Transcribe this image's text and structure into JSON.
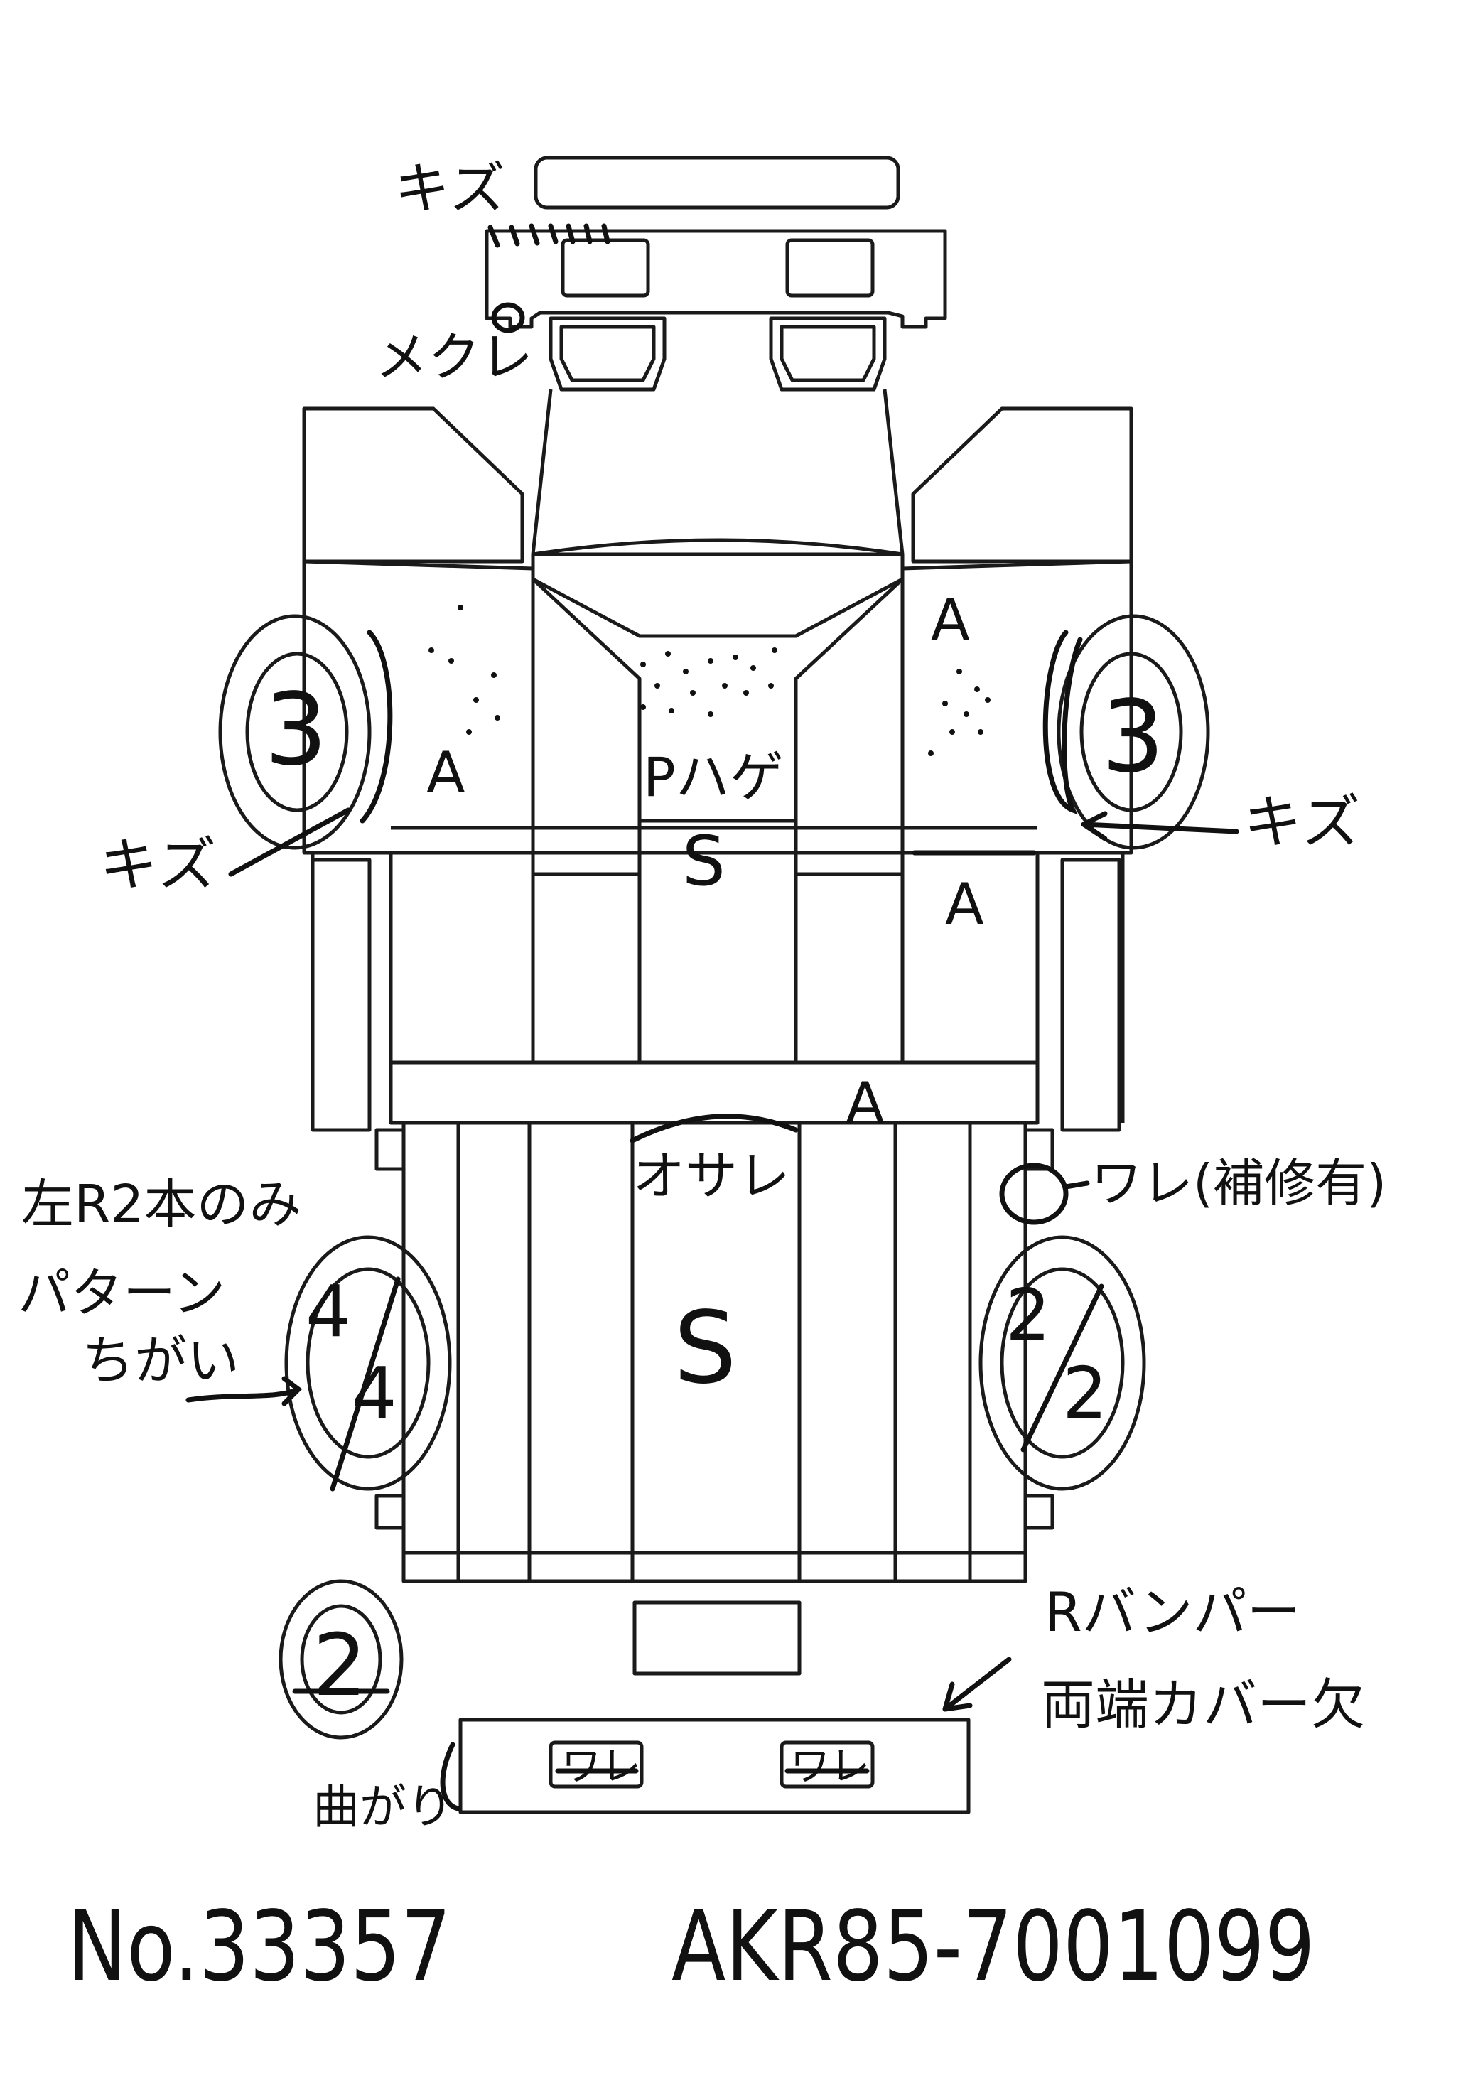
{
  "annotations": {
    "scratch_grille": "キズ",
    "peel_top": "メクレ",
    "scratch_left_front": "キズ",
    "scratch_right_front": "キズ",
    "grade_a_left_door": "A",
    "grade_a_right_door": "A",
    "grade_a_right_panel": "A",
    "grade_a_right_sill": "A",
    "paint_peel": "Pハゲ",
    "grade_s_cab": "S",
    "grade_s_bed": "S",
    "dent": "オサレ",
    "crack_repaired": "ワレ(補修有)",
    "left_rear_note_1": "左R2本のみ",
    "left_rear_note_2": "パターン",
    "left_rear_note_3": "ちがい",
    "rear_bumper_note_1": "Rバンパー",
    "rear_bumper_note_2": "両端カバー欠",
    "bent": "曲がり",
    "crack_left_lamp": "ワレ",
    "crack_right_lamp": "ワレ"
  },
  "tires": {
    "front_left": "3",
    "front_right": "3",
    "rear_left_top": "4",
    "rear_left_bottom": "4",
    "rear_right_top": "2",
    "rear_right_bottom": "2",
    "spare": "2"
  },
  "footer": {
    "number": "No.33357",
    "chassis": "AKR85-7001099"
  }
}
